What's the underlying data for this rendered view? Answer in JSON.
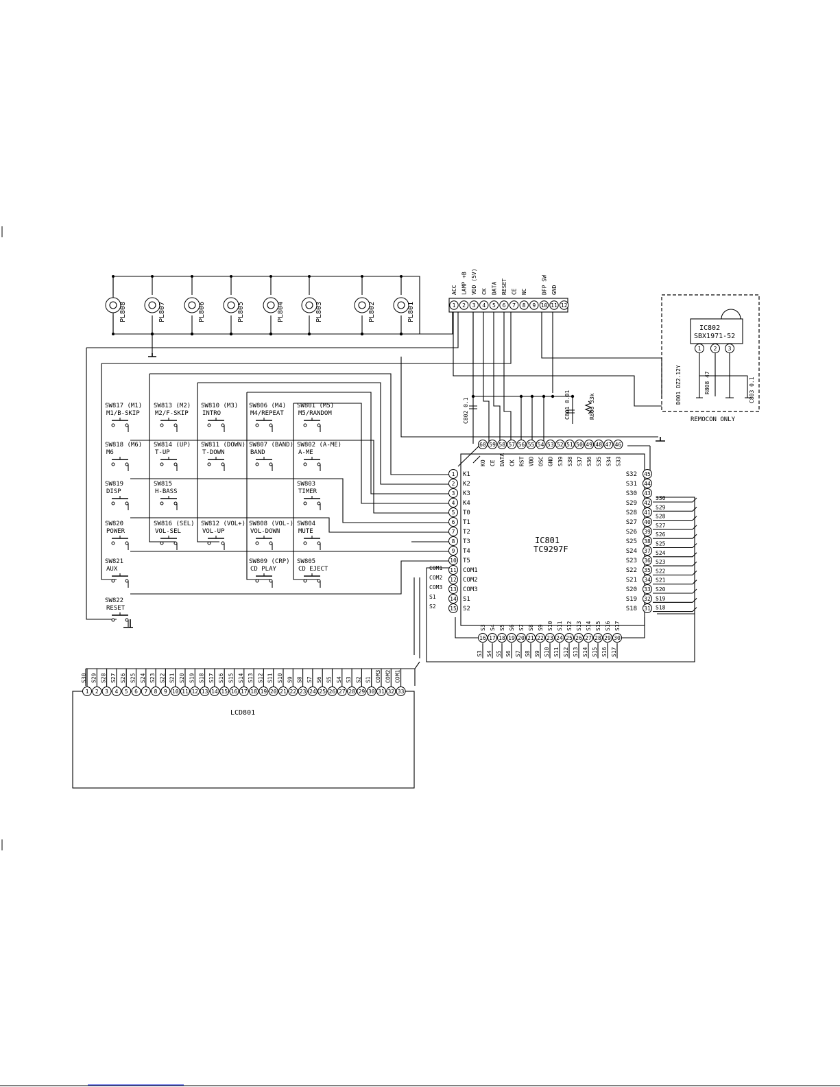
{
  "lamps": [
    "PL808",
    "PL807",
    "PL806",
    "PL805",
    "PL804",
    "PL803",
    "PL802",
    "PL801"
  ],
  "connector": {
    "labels": [
      "ACC",
      "LAMP +B",
      "VDD (5V)",
      "CK",
      "DATA",
      "RESET",
      "CE",
      "NC",
      "",
      "DFP SW",
      "GND",
      ""
    ],
    "pins": [
      "1",
      "2",
      "3",
      "4",
      "5",
      "6",
      "7",
      "8",
      "9",
      "10",
      "11",
      "12"
    ]
  },
  "ic802": {
    "ref": "IC802",
    "part": "SBX1971-52",
    "pins": [
      "1",
      "2",
      "3"
    ]
  },
  "remocon": {
    "title": "REMOCON ONLY",
    "d801": "D801\nDZ2.12Y",
    "r808": "R808 47",
    "c803": "C803 0.1"
  },
  "caps": {
    "c802": "C802\n0.1",
    "c801": "C801\n0.01",
    "r806": "R806\n33k"
  },
  "switches": [
    {
      "ref": "SW817 (M1)",
      "func": "M1/B-SKIP"
    },
    {
      "ref": "SW813 (M2)",
      "func": "M2/F-SKIP"
    },
    {
      "ref": "SW810 (M3)",
      "func": "INTRO"
    },
    {
      "ref": "SW806 (M4)",
      "func": "M4/REPEAT"
    },
    {
      "ref": "SW801 (M5)",
      "func": "M5/RANDOM"
    },
    {
      "ref": "SW818 (M6)",
      "func": "M6"
    },
    {
      "ref": "SW814 (UP)",
      "func": "T-UP"
    },
    {
      "ref": "SW811 (DOWN)",
      "func": "T-DOWN"
    },
    {
      "ref": "SW807 (BAND)",
      "func": "BAND"
    },
    {
      "ref": "SW802 (A-ME)",
      "func": "A-ME"
    },
    {
      "ref": "SW819",
      "func": "DISP"
    },
    {
      "ref": "SW815",
      "func": "H-BASS"
    },
    {
      "ref": "SW803",
      "func": "TIMER"
    },
    {
      "ref": "SW820",
      "func": "POWER"
    },
    {
      "ref": "SW816 (SEL)",
      "func": "VOL-SEL"
    },
    {
      "ref": "SW812 (VOL+)",
      "func": "VOL-UP"
    },
    {
      "ref": "SW808 (VOL-)",
      "func": "VOL-DOWN"
    },
    {
      "ref": "SW804",
      "func": "MUTE"
    },
    {
      "ref": "SW821",
      "func": "AUX"
    },
    {
      "ref": "SW809 (CRP)",
      "func": "CD PLAY"
    },
    {
      "ref": "SW805",
      "func": "CD EJECT"
    },
    {
      "ref": "SW822",
      "func": "RESET"
    }
  ],
  "ic801": {
    "ref": "IC801",
    "part": "TC9297F",
    "left_pins": [
      {
        "n": "1",
        "name": "K1"
      },
      {
        "n": "2",
        "name": "K2"
      },
      {
        "n": "3",
        "name": "K3"
      },
      {
        "n": "4",
        "name": "K4"
      },
      {
        "n": "5",
        "name": "T0"
      },
      {
        "n": "6",
        "name": "T1"
      },
      {
        "n": "7",
        "name": "T2"
      },
      {
        "n": "8",
        "name": "T3"
      },
      {
        "n": "9",
        "name": "T4"
      },
      {
        "n": "10",
        "name": "T5"
      },
      {
        "n": "11",
        "name": "COM1"
      },
      {
        "n": "12",
        "name": "COM2"
      },
      {
        "n": "13",
        "name": "COM3"
      },
      {
        "n": "14",
        "name": "S1"
      },
      {
        "n": "15",
        "name": "S2"
      }
    ],
    "left_net_labels": [
      "COM1",
      "COM2",
      "COM3",
      "S1",
      "S2"
    ],
    "top_pins": [
      {
        "n": "60",
        "name": "KO"
      },
      {
        "n": "59",
        "name": "CE"
      },
      {
        "n": "58",
        "name": "DATA"
      },
      {
        "n": "57",
        "name": "CK"
      },
      {
        "n": "56",
        "name": "RST"
      },
      {
        "n": "55",
        "name": "VDD"
      },
      {
        "n": "54",
        "name": "OSC"
      },
      {
        "n": "53",
        "name": "GND"
      },
      {
        "n": "52",
        "name": "S39"
      },
      {
        "n": "51",
        "name": "S38"
      },
      {
        "n": "50",
        "name": "S37"
      },
      {
        "n": "49",
        "name": "S36"
      },
      {
        "n": "48",
        "name": "S35"
      },
      {
        "n": "47",
        "name": "S34"
      },
      {
        "n": "46",
        "name": "S33"
      }
    ],
    "right_pins": [
      {
        "n": "45",
        "name": "S32"
      },
      {
        "n": "44",
        "name": "S31"
      },
      {
        "n": "43",
        "name": "S30"
      },
      {
        "n": "42",
        "name": "S29"
      },
      {
        "n": "41",
        "name": "S28"
      },
      {
        "n": "40",
        "name": "S27"
      },
      {
        "n": "39",
        "name": "S26"
      },
      {
        "n": "38",
        "name": "S25"
      },
      {
        "n": "37",
        "name": "S24"
      },
      {
        "n": "36",
        "name": "S23"
      },
      {
        "n": "35",
        "name": "S22"
      },
      {
        "n": "34",
        "name": "S21"
      },
      {
        "n": "33",
        "name": "S20"
      },
      {
        "n": "32",
        "name": "S19"
      },
      {
        "n": "31",
        "name": "S18"
      }
    ],
    "right_net_labels": [
      "S30",
      "S29",
      "S28",
      "S27",
      "S26",
      "S25",
      "S24",
      "S23",
      "S22",
      "S21",
      "S20",
      "S19",
      "S18"
    ],
    "bottom_pins": [
      {
        "n": "16",
        "name": "S3"
      },
      {
        "n": "17",
        "name": "S4"
      },
      {
        "n": "18",
        "name": "S5"
      },
      {
        "n": "19",
        "name": "S6"
      },
      {
        "n": "20",
        "name": "S7"
      },
      {
        "n": "21",
        "name": "S8"
      },
      {
        "n": "22",
        "name": "S9"
      },
      {
        "n": "23",
        "name": "S10"
      },
      {
        "n": "24",
        "name": "S11"
      },
      {
        "n": "25",
        "name": "S12"
      },
      {
        "n": "26",
        "name": "S13"
      },
      {
        "n": "27",
        "name": "S14"
      },
      {
        "n": "28",
        "name": "S15"
      },
      {
        "n": "29",
        "name": "S16"
      },
      {
        "n": "30",
        "name": "S17"
      }
    ],
    "bottom_net_labels": [
      "S3",
      "S4",
      "S5",
      "S6",
      "S7",
      "S8",
      "S9",
      "S10",
      "S11",
      "S12",
      "S13",
      "S14",
      "S15",
      "S16",
      "S17"
    ]
  },
  "lcd": {
    "ref": "LCD801",
    "pins": [
      {
        "n": "1",
        "seg": "S30"
      },
      {
        "n": "2",
        "seg": "S29"
      },
      {
        "n": "3",
        "seg": "S28"
      },
      {
        "n": "4",
        "seg": "S27"
      },
      {
        "n": "5",
        "seg": "S26"
      },
      {
        "n": "6",
        "seg": "S25"
      },
      {
        "n": "7",
        "seg": "S24"
      },
      {
        "n": "8",
        "seg": "S23"
      },
      {
        "n": "9",
        "seg": "S22"
      },
      {
        "n": "10",
        "seg": "S21"
      },
      {
        "n": "11",
        "seg": "S20"
      },
      {
        "n": "12",
        "seg": "S19"
      },
      {
        "n": "13",
        "seg": "S18"
      },
      {
        "n": "14",
        "seg": "S17"
      },
      {
        "n": "15",
        "seg": "S16"
      },
      {
        "n": "16",
        "seg": "S15"
      },
      {
        "n": "17",
        "seg": "S14"
      },
      {
        "n": "18",
        "seg": "S13"
      },
      {
        "n": "19",
        "seg": "S12"
      },
      {
        "n": "20",
        "seg": "S11"
      },
      {
        "n": "21",
        "seg": "S10"
      },
      {
        "n": "22",
        "seg": "S9"
      },
      {
        "n": "23",
        "seg": "S8"
      },
      {
        "n": "24",
        "seg": "S7"
      },
      {
        "n": "25",
        "seg": "S6"
      },
      {
        "n": "26",
        "seg": "S5"
      },
      {
        "n": "27",
        "seg": "S4"
      },
      {
        "n": "28",
        "seg": "S3"
      },
      {
        "n": "29",
        "seg": "S2"
      },
      {
        "n": "30",
        "seg": "S1"
      },
      {
        "n": "31",
        "seg": "COM3"
      },
      {
        "n": "32",
        "seg": "COM2"
      },
      {
        "n": "33",
        "seg": "COM1"
      }
    ]
  }
}
